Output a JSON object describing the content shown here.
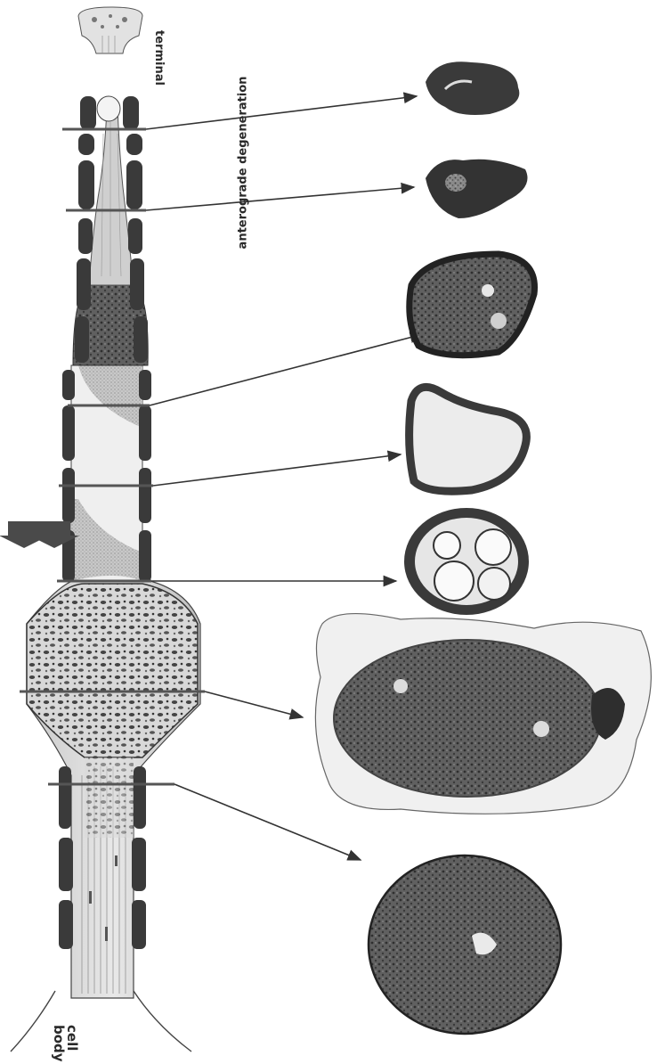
{
  "labels": {
    "terminal": "terminal",
    "anterograde": "anterograde degeneration",
    "cell_line1": "cell",
    "cell_line2": "body"
  },
  "colors": {
    "ink": "#333333",
    "myelin": "#3a3a3a",
    "pale": "#ececec",
    "section_dark": "#4a4a4a"
  }
}
